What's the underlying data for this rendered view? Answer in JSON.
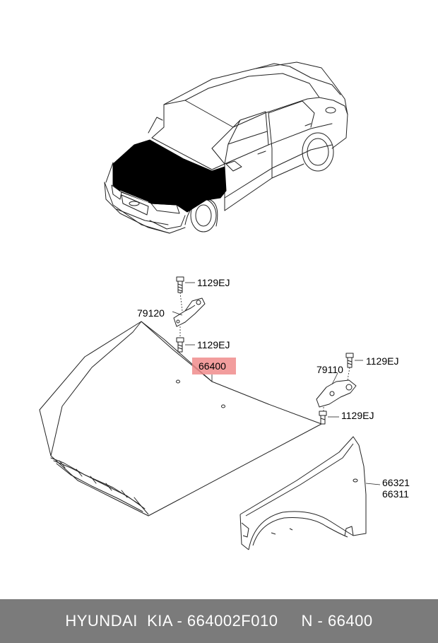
{
  "labels": {
    "bolt_top_left": "1129EJ",
    "hinge_left": "79120",
    "bolt_mid_left": "1129EJ",
    "hood": "66400",
    "bolt_top_right": "1129EJ",
    "hinge_right": "79110",
    "bolt_mid_right": "1129EJ",
    "fender_a": "66321",
    "fender_b": "66311"
  },
  "highlight_color": "#f08c8c",
  "footer": {
    "brand": "HYUNDAI  KIA",
    "part_number": "664002F010",
    "ref": "N - 66400"
  },
  "footer_text": "HYUNDAI  KIA - 664002F010     N - 66400"
}
